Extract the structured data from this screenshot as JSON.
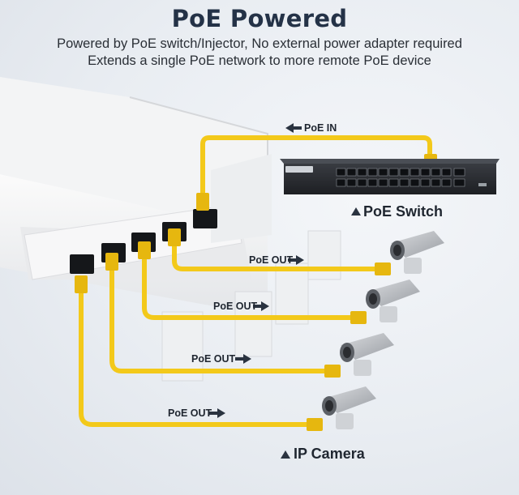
{
  "title": "PoE Powered",
  "subtitle_lines": [
    "Powered by PoE switch/Injector, No external power adapter required",
    "Extends a single PoE network to more remote PoE device"
  ],
  "labels": {
    "poe_in": "PoE IN",
    "poe_switch": "PoE Switch",
    "ip_camera": "IP Camera",
    "poe_out_1": "PoE OUT",
    "poe_out_2": "PoE OUT",
    "poe_out_3": "PoE OUT",
    "poe_out_4": "PoE OUT"
  },
  "switch_badge": "PoE Switch",
  "colors": {
    "cable": "#f3c91a",
    "cable_dark": "#d9ad0a",
    "switch_body": "#2c2f34",
    "title": "#243247"
  }
}
